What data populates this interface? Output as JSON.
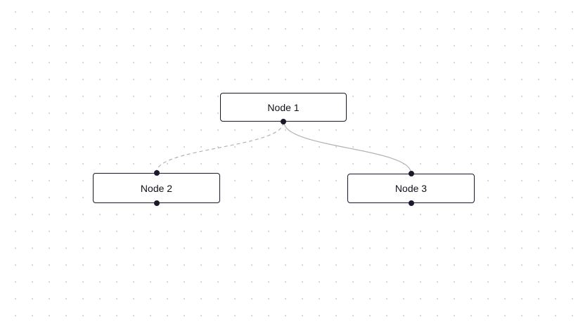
{
  "diagram": {
    "type": "flow-graph",
    "nodes": [
      {
        "id": "1",
        "label": "Node 1",
        "handles": [
          "source-bottom"
        ]
      },
      {
        "id": "2",
        "label": "Node 2",
        "handles": [
          "target-top",
          "source-bottom"
        ]
      },
      {
        "id": "3",
        "label": "Node 3",
        "handles": [
          "target-top",
          "source-bottom"
        ]
      }
    ],
    "edges": [
      {
        "source": "1",
        "target": "2",
        "style": "dashed"
      },
      {
        "source": "1",
        "target": "3",
        "style": "solid"
      }
    ],
    "colors": {
      "node_border": "#1a192b",
      "node_background": "#ffffff",
      "node_text": "#111119",
      "handle": "#1a192b",
      "edge": "#b1b1b7",
      "grid_dot": "#cfcfd6",
      "canvas_background": "#ffffff"
    }
  }
}
